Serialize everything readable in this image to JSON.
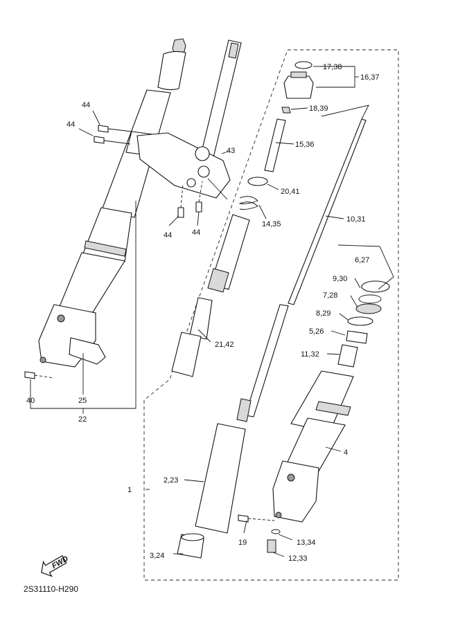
{
  "diagram_code": "2S31110-H290",
  "fwd_label": "FWD",
  "callouts": {
    "c_17_38": "17,38",
    "c_16_37": "16,37",
    "c_18_39": "18,39",
    "c_15_36": "15,36",
    "c_44_a": "44",
    "c_44_b": "44",
    "c_43": "43",
    "c_20_41": "20,41",
    "c_14_35": "14,35",
    "c_44_c": "44",
    "c_44_d": "44",
    "c_10_31": "10,31",
    "c_6_27": "6,27",
    "c_9_30": "9,30",
    "c_7_28": "7,28",
    "c_8_29": "8,29",
    "c_21_42": "21,42",
    "c_5_26": "5,26",
    "c_11_32": "11,32",
    "c_40": "40",
    "c_25": "25",
    "c_22": "22",
    "c_4": "4",
    "c_1": "1",
    "c_2_23": "2,23",
    "c_19": "19",
    "c_13_34": "13,34",
    "c_3_24": "3,24",
    "c_12_33": "12,33"
  }
}
